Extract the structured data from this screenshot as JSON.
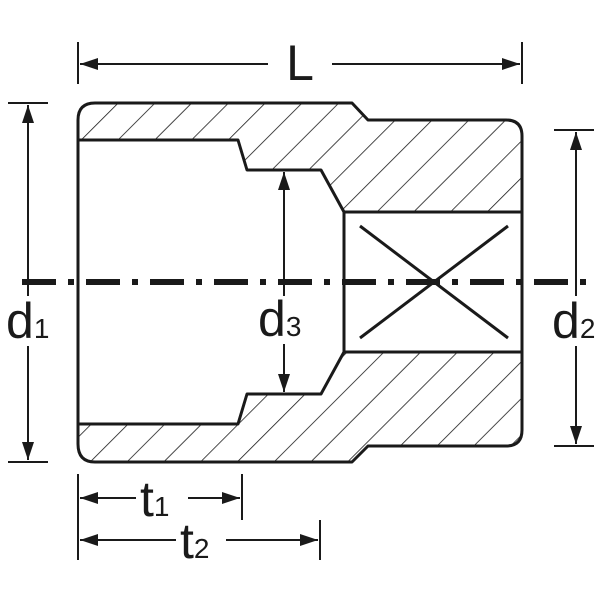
{
  "labels": {
    "length": "L",
    "d1_main": "d",
    "d1_sub": "1",
    "d2_main": "d",
    "d2_sub": "2",
    "d3_main": "d",
    "d3_sub": "3",
    "t1_main": "t",
    "t1_sub": "1",
    "t2_main": "t",
    "t2_sub": "2"
  },
  "colors": {
    "stroke": "#1a1a1a",
    "background": "#ffffff"
  }
}
